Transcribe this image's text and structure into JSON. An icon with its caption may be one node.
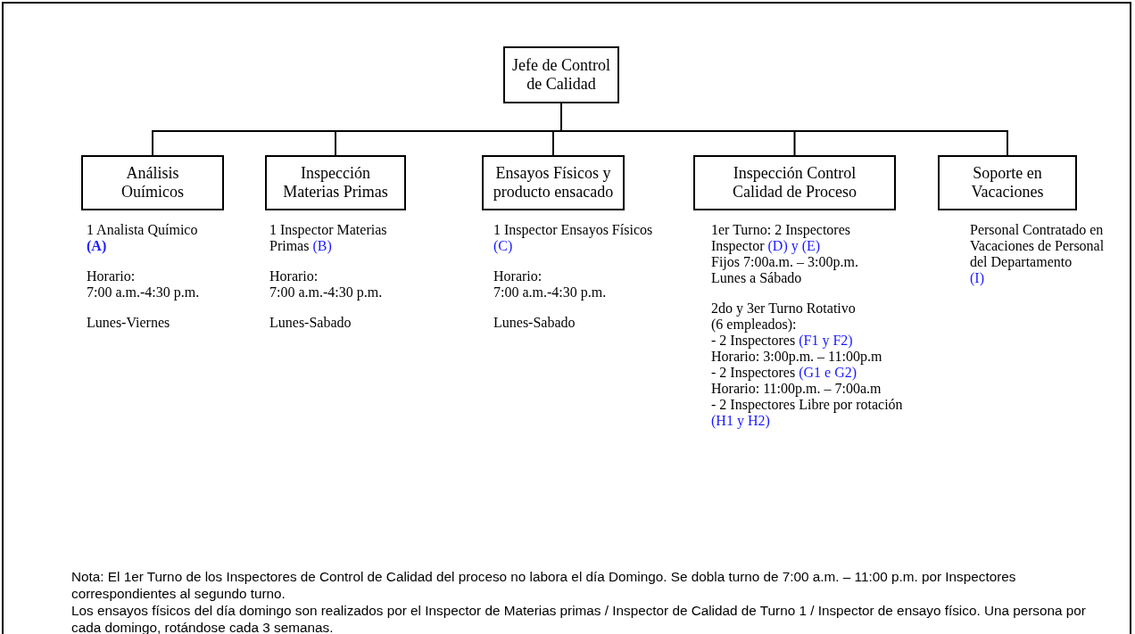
{
  "diagram": {
    "nodes": [
      {
        "text": [
          "Jefe de Control de Calidad"
        ]
      },
      {
        "text": [
          "Análisis Ouímicos"
        ],
        "beside": [
          "1 Analista Químico",
          "(A)",
          "Horario:",
          "7:00 a.m.-4:30 p.m.",
          "Lunes-Viernes"
        ]
      },
      {
        "text": [
          "Inspección Materias Primas"
        ],
        "beside": [
          "1 Inspector Materias Primas",
          "(B)",
          "Horario:",
          "7:00 a.m.-4:30 p.m.",
          "Lunes-Sabado"
        ]
      },
      {
        "text": [
          "Ensayos Físicos y producto ensacado"
        ],
        "beside": [
          "1 Inspector Ensayos Físicos",
          "(C)",
          "Horario:",
          "7:00 a.m.-4:30 p.m.",
          "Lunes-Sabado"
        ]
      },
      {
        "text": [
          "Inspección Control Calidad de Proceso"
        ],
        "beside": [
          "1er Turno: 2 Inspectores",
          "Inspector",
          "(D) y (E)",
          "Fijos 7:00a.m. – 3:00p.m.",
          "Lunes a Sábado",
          "2do y 3er Turno Rotativo",
          "(6 empleados):",
          "- 2 Inspectores",
          "(F1 y F2)",
          "Horario: 3:00p.m. – 11:00p.m",
          "- 2 Inspectores",
          "(G1 e G2)",
          "Horario: 11:00p.m. – 7:00a.m",
          "- 2 Inspectores Libre por rotación",
          "(H1 y H2)"
        ]
      },
      {
        "text": [
          "Soporte en Vacaciones"
        ],
        "beside": [
          "Personal Contratado en Vacaciones de Personal del Departamento",
          "(I)"
        ]
      }
    ],
    "edges": [
      {
        "from": 0,
        "to": 1,
        "arrow": "none"
      },
      {
        "from": 0,
        "to": 2,
        "arrow": "none"
      },
      {
        "from": 0,
        "to": 3,
        "arrow": "none"
      },
      {
        "from": 0,
        "to": 4,
        "arrow": "none"
      },
      {
        "from": 0,
        "to": 5,
        "arrow": "none"
      }
    ],
    "labels": [
      "Nota: El 1er Turno de los Inspectores de Control de Calidad del proceso no labora el día Domingo.  Se dobla turno de 7:00 a.m. – 11:00 p.m. por Inspectores correspondientes al segundo turno.",
      "Los ensayos físicos del día domingo son realizados por el Inspector de Materias primas / Inspector de Calidad de Turno 1 / Inspector de ensayo físico.  Una persona por cada domingo, rotándose cada 3 semanas."
    ]
  }
}
